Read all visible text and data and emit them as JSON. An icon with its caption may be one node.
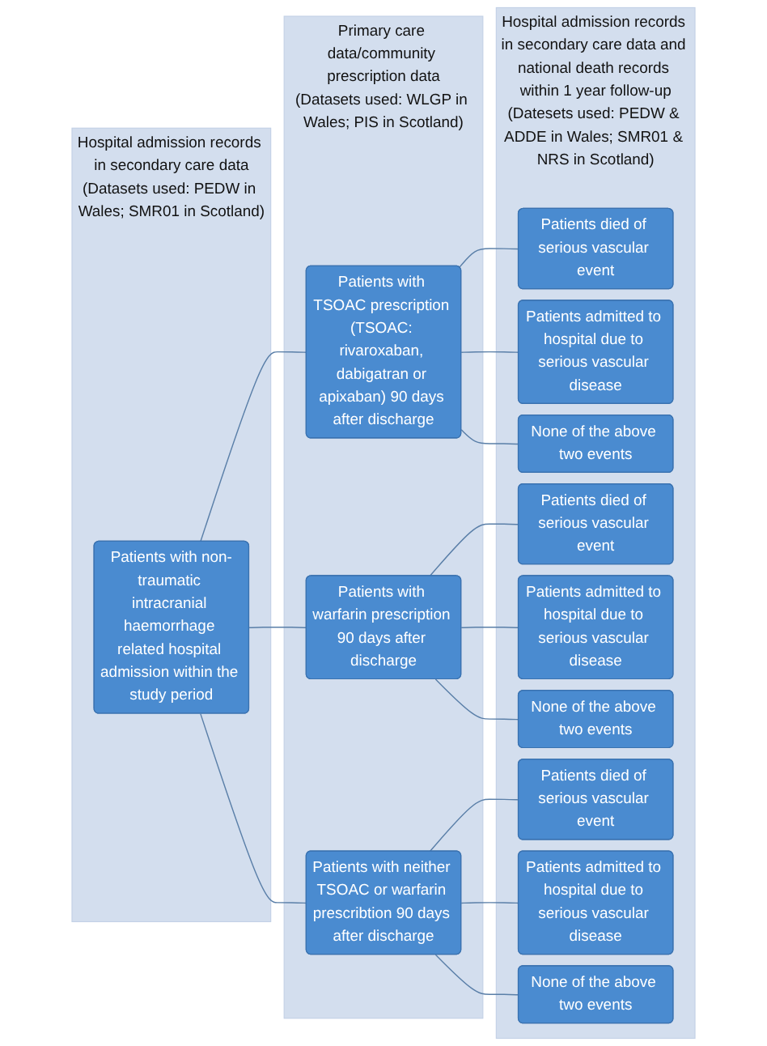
{
  "diagram": {
    "nodes": [
      {
        "text": [
          "Hospital admission records in secondary care data",
          "(Datasets used: PEDW in Wales; SMR01 in Scotland)"
        ]
      },
      {
        "text": [
          "Patients with non-traumatic intracranial haemorrhage related hospital admission within the study period"
        ],
        "in": 0
      },
      {
        "text": [
          "Primary care data/community prescription data",
          "(Datasets used: WLGP in Wales; PIS in Scotland)"
        ]
      },
      {
        "text": [
          "Patients with TSOAC prescription (TSOAC: rivaroxaban, dabigatran or apixaban) 90 days after discharge"
        ],
        "in": 2
      },
      {
        "text": [
          "Patients with warfarin prescription 90 days after discharge"
        ],
        "in": 2
      },
      {
        "text": [
          "Patients with neither TSOAC or warfarin prescribtion 90 days after discharge"
        ],
        "in": 2
      },
      {
        "text": [
          "Hospital admission records in secondary care data and national death records within 1 year follow-up",
          "(Datesets used: PEDW & ADDE in Wales; SMR01 & NRS in Scotland)"
        ]
      },
      {
        "text": [
          "Patients died of serious vascular event"
        ],
        "in": 6
      },
      {
        "text": [
          "Patients admitted to hospital due to serious vascular disease"
        ],
        "in": 6
      },
      {
        "text": [
          "None of the above two events"
        ],
        "in": 6
      },
      {
        "text": [
          "Patients died of serious vascular event"
        ],
        "in": 6
      },
      {
        "text": [
          "Patients admitted to hospital due to serious vascular disease"
        ],
        "in": 6
      },
      {
        "text": [
          "None of the above two events"
        ],
        "in": 6
      },
      {
        "text": [
          "Patients died of serious vascular event"
        ],
        "in": 6
      },
      {
        "text": [
          "Patients admitted to hospital due to serious vascular disease"
        ],
        "in": 6
      },
      {
        "text": [
          "None of the above two events"
        ],
        "in": 6
      }
    ],
    "edges": [
      {
        "from": 1,
        "to": 3,
        "arrow": "none"
      },
      {
        "from": 1,
        "to": 4,
        "arrow": "none"
      },
      {
        "from": 1,
        "to": 5,
        "arrow": "none"
      },
      {
        "from": 3,
        "to": 7,
        "arrow": "none"
      },
      {
        "from": 3,
        "to": 8,
        "arrow": "none"
      },
      {
        "from": 3,
        "to": 9,
        "arrow": "none"
      },
      {
        "from": 4,
        "to": 10,
        "arrow": "none"
      },
      {
        "from": 4,
        "to": 11,
        "arrow": "none"
      },
      {
        "from": 4,
        "to": 12,
        "arrow": "none"
      },
      {
        "from": 5,
        "to": 13,
        "arrow": "none"
      },
      {
        "from": 5,
        "to": 14,
        "arrow": "none"
      },
      {
        "from": 5,
        "to": 15,
        "arrow": "none"
      }
    ]
  }
}
